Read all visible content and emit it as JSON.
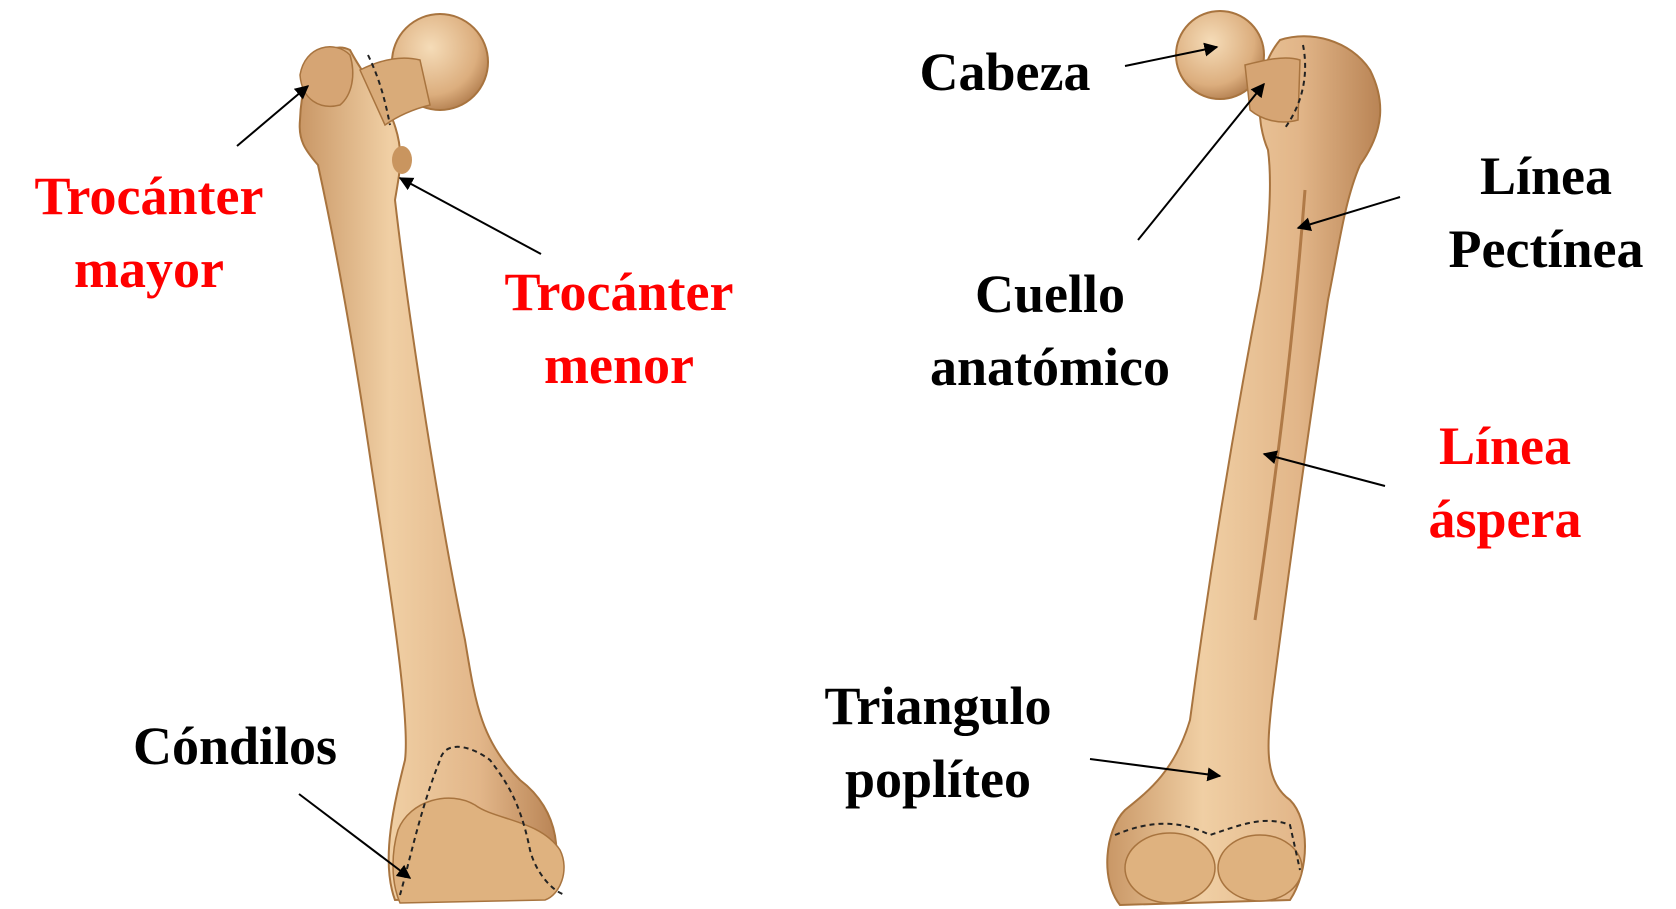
{
  "colors": {
    "label_black": "#000000",
    "label_red": "#ff0000",
    "bone": "#e3b98a",
    "bone_shade": "#b98455"
  },
  "labels": {
    "trocanter_mayor": [
      "Trocánter",
      "mayor"
    ],
    "trocanter_menor": [
      "Trocánter",
      "menor"
    ],
    "condilos": [
      "Cóndilos"
    ],
    "cabeza": [
      "Cabeza"
    ],
    "cuello_anatomico": [
      "Cuello",
      "anatómico"
    ],
    "linea_pectinea": [
      "Línea",
      "Pectínea"
    ],
    "linea_aspera": [
      "Línea",
      "áspera"
    ],
    "triangulo_popliteo": [
      "Triangulo",
      "poplíteo"
    ]
  }
}
